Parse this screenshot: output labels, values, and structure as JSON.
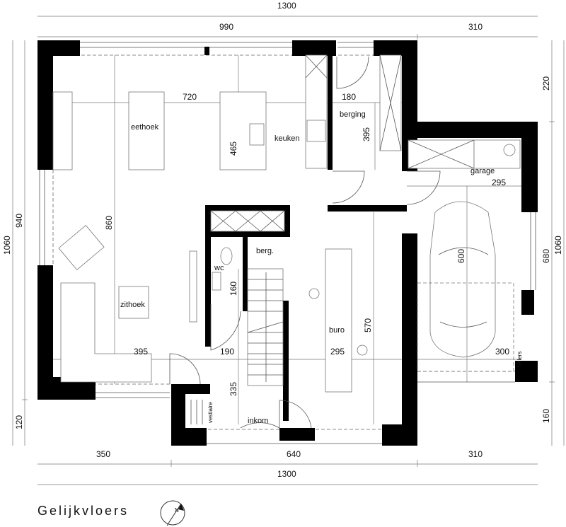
{
  "title": "Gelijkvloers",
  "north_label": "N",
  "rooms": {
    "eethoek": "eethoek",
    "keuken": "keuken",
    "berging": "berging",
    "garage": "garage",
    "zithoek": "zithoek",
    "wc": "wc",
    "berg": "berg.",
    "buro": "buro",
    "vestiaire": "vestiaire",
    "inkom": "inkom",
    "tellers": "tellers"
  },
  "dimensions": {
    "top_total": "1300",
    "top_left": "990",
    "top_right": "310",
    "bottom_left": "350",
    "bottom_mid": "640",
    "bottom_right": "310",
    "bottom_total": "1300",
    "left_outer": "1060",
    "left_inner": "940",
    "left_bottom": "120",
    "right_outer": "1060",
    "right_top": "220",
    "right_mid": "680",
    "right_bottom": "160",
    "living_width": "720",
    "berging_width": "180",
    "kitchen_depth": "465",
    "berging_depth": "395",
    "garage_width_top": "295",
    "living_depth": "860",
    "car_length": "600",
    "wc_depth": "160",
    "zithoek_width": "395",
    "hall_width": "190",
    "buro_width": "295",
    "buro_depth": "570",
    "garage_width_bottom": "300",
    "inkom_depth": "335"
  },
  "colors": {
    "wall": "#000000",
    "line": "#555555"
  }
}
